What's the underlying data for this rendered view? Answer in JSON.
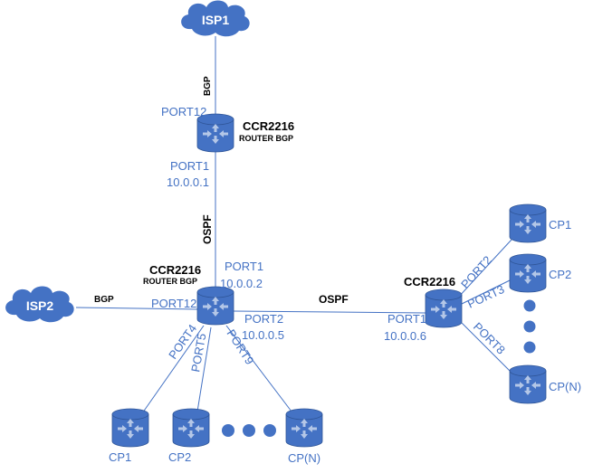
{
  "diagram": {
    "colors": {
      "device": "#4472c4",
      "device_top": "#5b86d1",
      "device_edge": "#2f5597",
      "link": "#4472c4",
      "arrow": "#b4c7e7",
      "port_text": "#4472c4",
      "title_text": "#000000"
    },
    "clouds": {
      "isp1": "ISP1",
      "isp2": "ISP2"
    },
    "link_labels": {
      "isp1_bgp": "BGP",
      "isp2_bgp": "BGP",
      "core_ospf": "OSPF",
      "dist_ospf": "OSPF"
    },
    "router_top": {
      "title": "CCR2216",
      "subtitle": "ROUTER BGP",
      "port_up": "PORT12",
      "port_down": "PORT1",
      "ip_down": "10.0.0.1"
    },
    "router_mid": {
      "title": "CCR2216",
      "subtitle": "ROUTER BGP",
      "port_up": "PORT1",
      "ip_up": "10.0.0.2",
      "port_left": "PORT12",
      "port_right": "PORT2",
      "ip_right": "10.0.0.5",
      "port_a": "PORT4",
      "port_b": "PORT5",
      "port_c": "PORT9"
    },
    "router_right": {
      "title": "CCR2216",
      "port_left": "PORT1",
      "ip_left": "10.0.0.6",
      "port_a": "PORT2",
      "port_b": "PORT3",
      "port_c": "PORT8"
    },
    "cp_bottom": [
      "CP1",
      "CP2",
      "CP(N)"
    ],
    "cp_right": [
      "CP1",
      "CP2",
      "CP(N)"
    ]
  }
}
